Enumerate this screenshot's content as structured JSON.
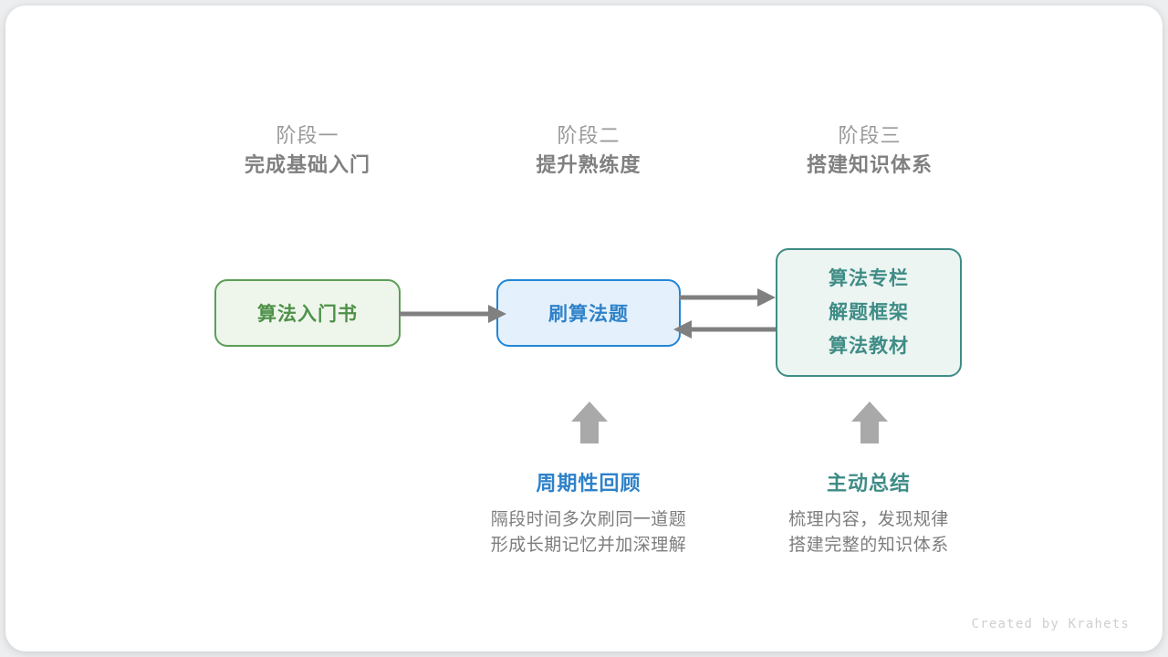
{
  "diagram": {
    "stages": [
      {
        "number": "阶段一",
        "title": "完成基础入门"
      },
      {
        "number": "阶段二",
        "title": "提升熟练度"
      },
      {
        "number": "阶段三",
        "title": "搭建知识体系"
      }
    ],
    "nodes": [
      {
        "id": "book",
        "label": "算法入门书",
        "color": "#4e9148",
        "border": "#5c9e56",
        "fill": "#eef6ec"
      },
      {
        "id": "practice",
        "label": "刷算法题",
        "color": "#2f82c9",
        "border": "#2386d6",
        "fill": "#e4f1fc"
      },
      {
        "id": "resources",
        "lines": [
          "算法专栏",
          "解题框架",
          "算法教材"
        ],
        "color": "#3f8c86",
        "border": "#3f8c86",
        "fill": "#ecf5f2"
      }
    ],
    "connectors": [
      {
        "name": "book-to-practice",
        "direction": "right"
      },
      {
        "name": "practice-to-resources",
        "direction": "right"
      },
      {
        "name": "resources-to-practice",
        "direction": "left"
      }
    ],
    "up_arrows": [
      {
        "name": "review-arrow"
      },
      {
        "name": "summary-arrow"
      }
    ],
    "annotations": [
      {
        "id": "review",
        "title": "周期性回顾",
        "color": "#2f82c9",
        "body_line1": "隔段时间多次刷同一道题",
        "body_line2": "形成长期记忆并加深理解"
      },
      {
        "id": "summary",
        "title": "主动总结",
        "color": "#3f8c86",
        "body_line1": "梳理内容，发现规律",
        "body_line2": "搭建完整的知识体系"
      }
    ],
    "arrow_color": "#808080",
    "up_arrow_color": "#a9a9a9",
    "footer": "Created by Krahets"
  }
}
